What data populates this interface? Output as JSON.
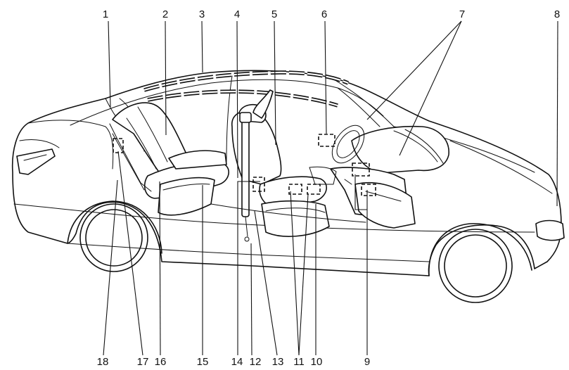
{
  "callouts": {
    "top": [
      "1",
      "2",
      "3",
      "4",
      "5",
      "6",
      "7",
      "8"
    ],
    "bottom": [
      "18",
      "17",
      "16",
      "15",
      "14",
      "12",
      "13",
      "11",
      "10",
      "9"
    ]
  }
}
